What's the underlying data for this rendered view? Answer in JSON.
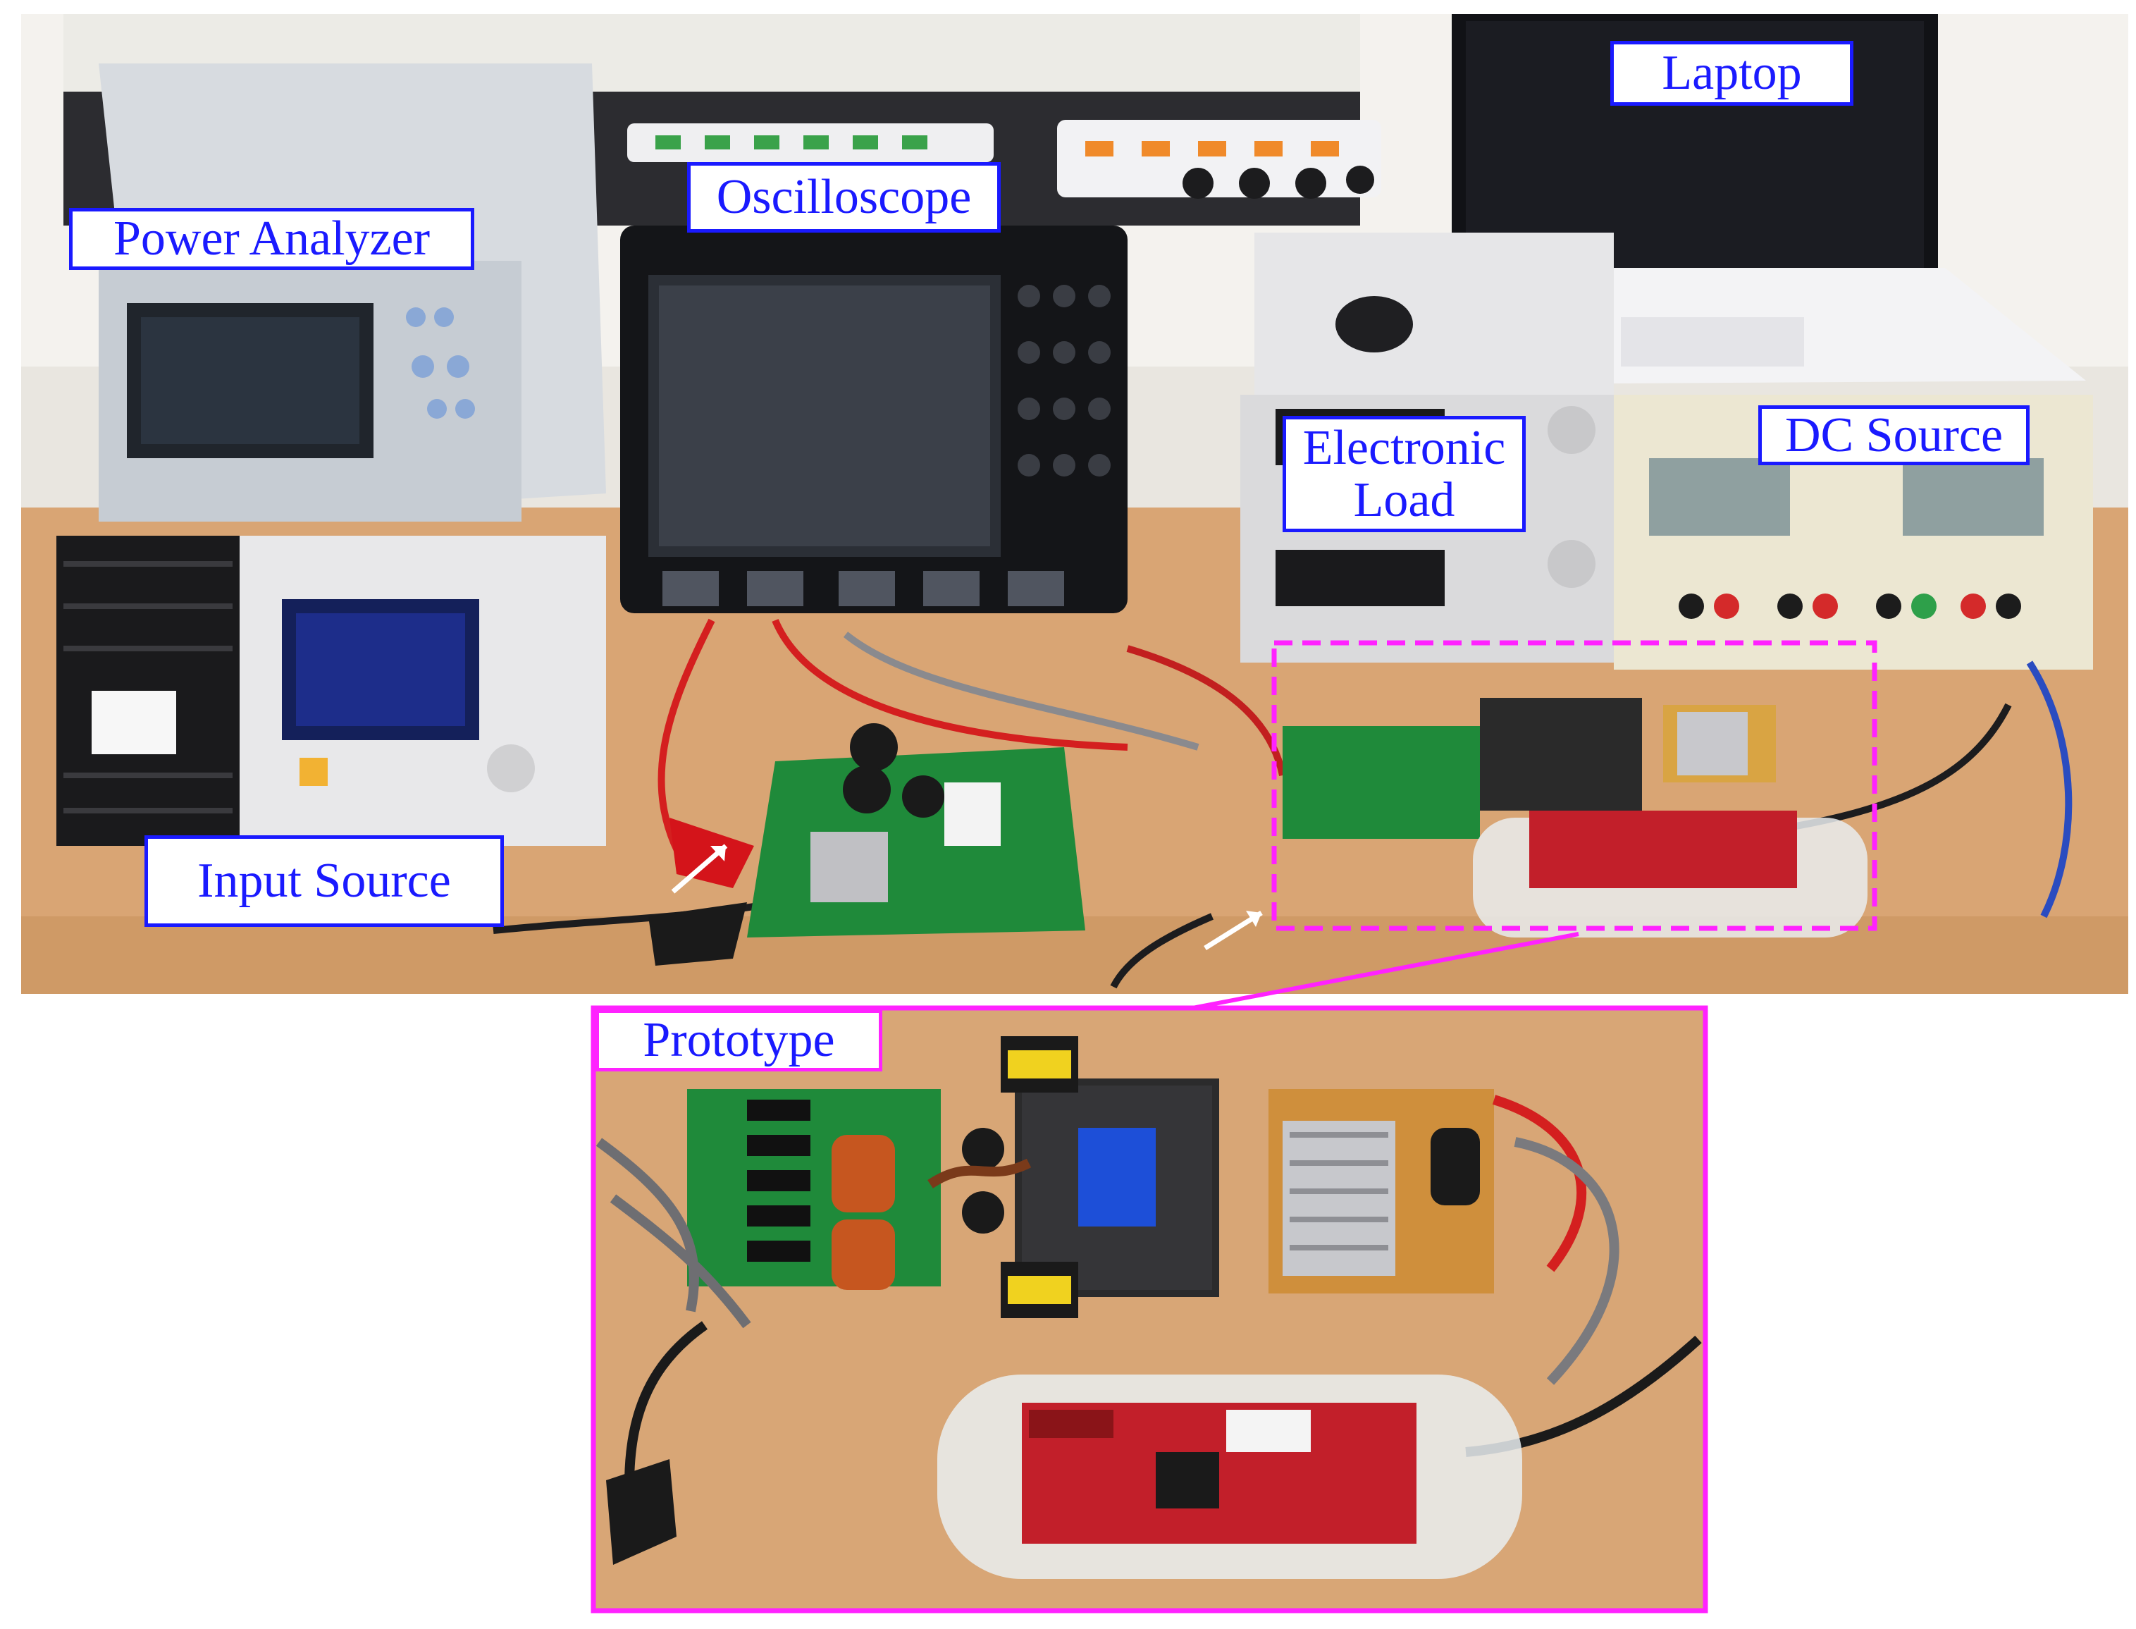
{
  "labels": {
    "laptop": "Laptop",
    "oscilloscope": "Oscilloscope",
    "power_analyzer": "Power Analyzer",
    "electronic_load_line1": "Electronic",
    "electronic_load_line2": "Load",
    "dc_source": "DC Source",
    "input_source": "Input Source",
    "prototype": "Prototype"
  },
  "colors": {
    "label_border": "#1a1aff",
    "label_text": "#1a1aff",
    "prototype_highlight": "#ff22ff",
    "desk": "#d9a574",
    "pcb_green": "#1f8a3a",
    "pcb_red": "#c21f2a"
  }
}
